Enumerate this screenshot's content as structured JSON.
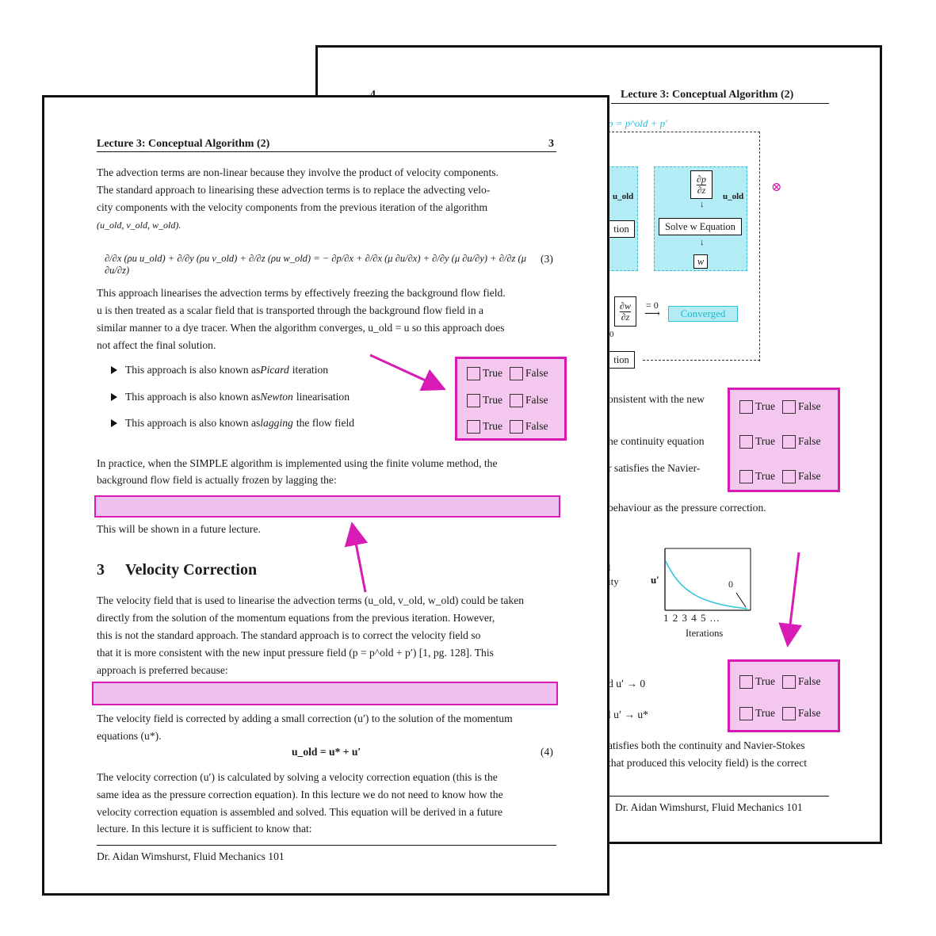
{
  "back_page": {
    "page_number": "4",
    "header_title": "Lecture 3: Conceptual Algorithm (2)",
    "top_formula": "p = p^old + p′",
    "u_old_label_left": "u_old",
    "u_old_label_right": "u_old",
    "dp_num": "∂p",
    "dp_den": "∂z",
    "solve_w": "Solve w Equation",
    "partial_left_box": "tion",
    "w_box": "w",
    "otimes": "⊗",
    "dw_num": "∂w",
    "dw_den": "∂z",
    "eq_zero": "= 0",
    "zero_small": "0",
    "converged": "Converged",
    "partial_bottom_box": "tion",
    "lines": [
      "onsistent with the new",
      "he continuity equation",
      "r satisfies the Navier-",
      "behaviour as the pressure correction."
    ],
    "graph": {
      "left_text_1": "l",
      "left_text_2": "ity",
      "y_label": "u′",
      "zero_label": "0",
      "x_ticks": "1 2 3 4 5 ...",
      "x_label": "Iterations"
    },
    "lower_lines": [
      "d u′ → 0",
      "l u′ → u*",
      "atisfies both the continuity and Navier-Stokes",
      "that produced this velocity field) is the correct"
    ],
    "footer": "Dr. Aidan Wimshurst, Fluid Mechanics 101",
    "checkbox_group_1": [
      {
        "true": "True",
        "false": "False"
      },
      {
        "true": "True",
        "false": "False"
      },
      {
        "true": "True",
        "false": "False"
      }
    ],
    "checkbox_group_2": [
      {
        "true": "True",
        "false": "False"
      },
      {
        "true": "True",
        "false": "False"
      }
    ]
  },
  "front_page": {
    "header_title": "Lecture 3: Conceptual Algorithm (2)",
    "page_number": "3",
    "intro_lines": [
      "The advection terms are non-linear because they involve the product of velocity components.",
      "The standard approach to linearising these advection terms is to replace the advecting velo-",
      "city components with the velocity components from the previous iteration of the algorithm",
      "(u_old, v_old, w_old)."
    ],
    "equation_3": "∂/∂x (ρu u_old) + ∂/∂y (ρu v_old) + ∂/∂z (ρu w_old) = − ∂p/∂x + ∂/∂x (μ ∂u/∂x) + ∂/∂y (μ ∂u/∂y) + ∂/∂z (μ ∂u/∂z)",
    "equation_3_number": "(3)",
    "para2_lines": [
      "This approach linearises the advection terms by effectively freezing the background flow field.",
      "u is then treated as a scalar field that is transported through the background flow field in a",
      "similar manner to a dye tracer. When the algorithm converges, u_old = u so this approach does",
      "not affect the final solution."
    ],
    "bullets": [
      {
        "pre": "This approach is also known as ",
        "em": "Picard",
        "post": " iteration"
      },
      {
        "pre": "This approach is also known as ",
        "em": "Newton",
        "post": " linearisation"
      },
      {
        "pre": "This approach is also known as ",
        "em": "lagging",
        "post": " the flow field"
      }
    ],
    "checkbox_group": [
      {
        "true": "True",
        "false": "False"
      },
      {
        "true": "True",
        "false": "False"
      },
      {
        "true": "True",
        "false": "False"
      }
    ],
    "para3_lines": [
      "In practice, when the SIMPLE algorithm is implemented using the finite volume method, the",
      "background flow field is actually frozen by lagging the:"
    ],
    "future_lecture": "This will be shown in a future lecture.",
    "section_number": "3",
    "section_title": "Velocity Correction",
    "para4_lines": [
      "The velocity field that is used to linearise the advection terms (u_old, v_old, w_old) could be taken",
      "directly from the solution of the momentum equations from the previous iteration. However,",
      "this is not the standard approach. The standard approach is to correct the velocity field so",
      "that it is more consistent with the new input pressure field (p = p^old + p′) [1, pg. 128]. This",
      "approach is preferred because:"
    ],
    "para5_lines": [
      "The velocity field is corrected by adding a small correction (u′) to the solution of the momentum",
      "equations (u*)."
    ],
    "equation_4": "u_old = u* + u′",
    "equation_4_number": "(4)",
    "para6_lines": [
      "The velocity correction (u′) is calculated by solving a velocity correction equation (this is the",
      "same idea as the pressure correction equation). In this lecture we do not need to know how the",
      "velocity correction equation is assembled and solved. This equation will be derived in a future",
      "lecture. In this lecture it is sufficient to know that:"
    ],
    "footer": "Dr. Aidan Wimshurst, Fluid Mechanics 101"
  },
  "colors": {
    "annotation_magenta": "#d81bb4",
    "answer_fill": "#f3c7ee",
    "flow_cyan": "#b3ecf5",
    "cyan_text": "#27c1d8"
  }
}
